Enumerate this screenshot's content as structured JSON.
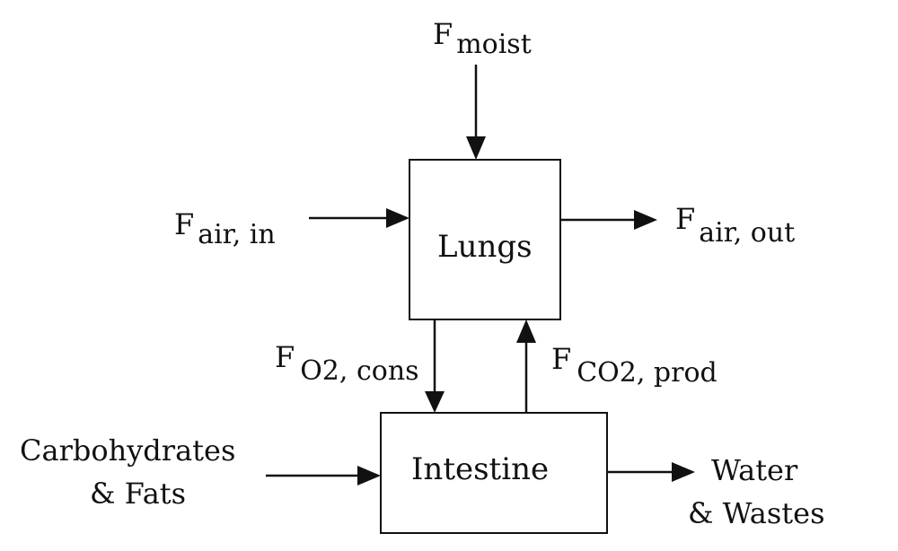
{
  "nodes": {
    "lungs": "Lungs",
    "intestine": "Intestine"
  },
  "flows": {
    "moist": {
      "symbol": "F",
      "subscript": "moist"
    },
    "air_in": {
      "symbol": "F",
      "subscript": "air, in"
    },
    "air_out": {
      "symbol": "F",
      "subscript": "air, out"
    },
    "o2_cons": {
      "symbol": "F",
      "subscript": "O2, cons"
    },
    "co2_prod": {
      "symbol": "F",
      "subscript": "CO2, prod"
    }
  },
  "inputs": {
    "carbs_line1": "Carbohydrates",
    "carbs_line2": "& Fats"
  },
  "outputs": {
    "water_line1": "Water",
    "water_line2": "& Wastes"
  }
}
